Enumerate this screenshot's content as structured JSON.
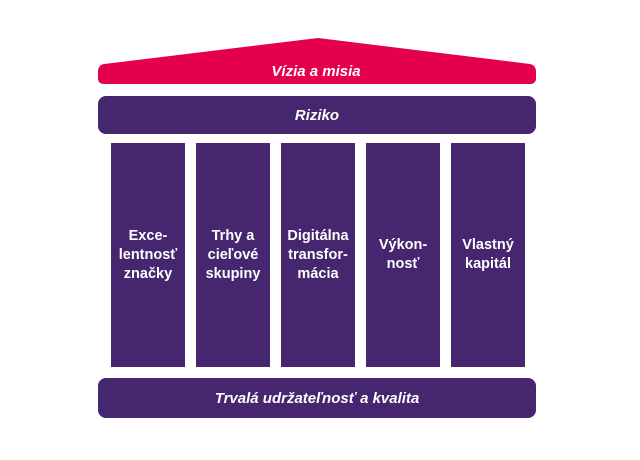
{
  "colors": {
    "roof": "#e4004b",
    "structure": "#45266f",
    "text": "#ffffff"
  },
  "roof": {
    "label": "Vízia a misia"
  },
  "risk": {
    "label": "Riziko"
  },
  "pillars": [
    {
      "label": "Exce-\nlentnosť\nznačky"
    },
    {
      "label": "Trhy a\ncieľové\nskupiny"
    },
    {
      "label": "Digitálna\ntransfor-\nmácia"
    },
    {
      "label": "Výkon-\nnosť"
    },
    {
      "label": "Vlastný\nkapitál"
    }
  ],
  "foundation": {
    "label": "Trvalá udržateľnosť a kvalita"
  }
}
